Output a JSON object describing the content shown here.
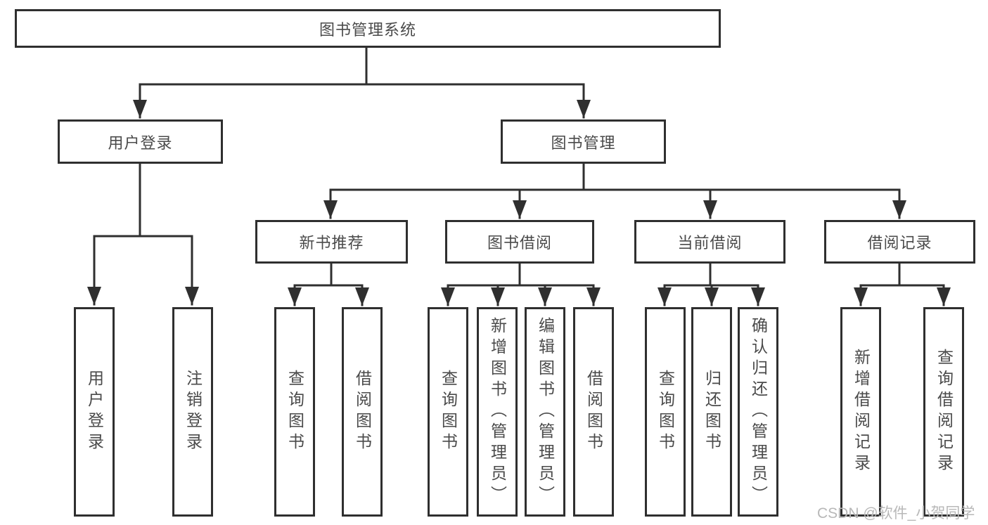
{
  "tree": {
    "root": "图书管理系统",
    "children": [
      {
        "label": "用户登录",
        "children": [
          "用户登录",
          "注销登录"
        ]
      },
      {
        "label": "图书管理",
        "children": [
          {
            "label": "新书推荐",
            "children": [
              "查询图书",
              "借阅图书"
            ]
          },
          {
            "label": "图书借阅",
            "children": [
              "查询图书",
              "新增图书（管理员）",
              "编辑图书（管理员）",
              "借阅图书"
            ]
          },
          {
            "label": "当前借阅",
            "children": [
              "查询图书",
              "归还图书",
              "确认归还（管理员）"
            ]
          },
          {
            "label": "借阅记录",
            "children": [
              "新增借阅记录",
              "查询借阅记录"
            ]
          }
        ]
      }
    ]
  },
  "watermark": "CSDN @软件_小贺同学",
  "colors": {
    "line": "#2f2f2f",
    "text": "#4a4a4a",
    "background": "#ffffff",
    "watermark": "#b8b8b8"
  }
}
